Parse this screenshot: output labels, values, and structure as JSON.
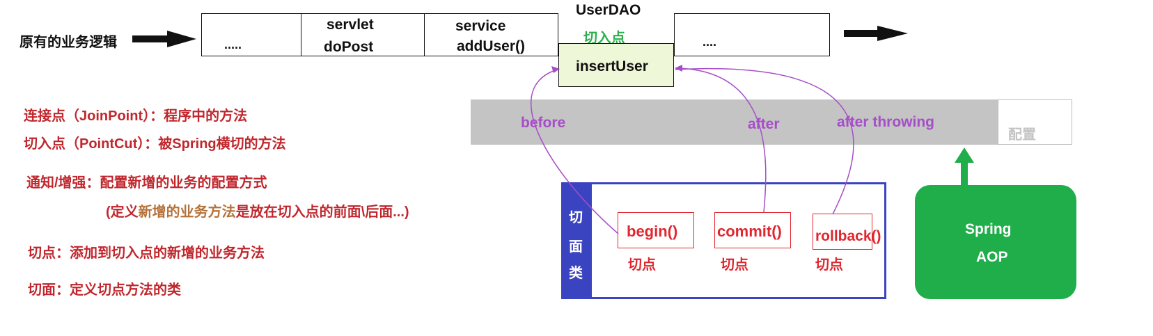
{
  "flow": {
    "label": "原有的业务逻辑",
    "cells": [
      {
        "lines": [
          ".....",
          ""
        ]
      },
      {
        "lines": [
          "servlet",
          "doPost"
        ]
      },
      {
        "lines": [
          "service",
          "addUser()"
        ]
      },
      {
        "lines": [
          "...."
        ]
      }
    ],
    "userdao": "UserDAO",
    "pointcut_label": "切入点",
    "insert_user": "insertUser"
  },
  "definitions": {
    "joinpoint": "连接点（JoinPoint）：程序中的方法",
    "pointcut": "切入点（PointCut）：被Spring横切的方法",
    "advice": "通知/增强：配置新增的业务的配置方式",
    "advice_note_prefix": "(定义",
    "advice_note_highlight": "新增的业务方法",
    "advice_note_suffix": "是放在切入点的前面\\后面...)",
    "cutpoint": "切点：添加到切入点的新增的业务方法",
    "aspect": "切面：定义切点方法的类"
  },
  "config_bar": {
    "before": "before",
    "after": "after",
    "after_throwing": "after throwing",
    "config": "配置"
  },
  "aspect_class": {
    "side_label": [
      "切",
      "面",
      "类"
    ],
    "methods": [
      {
        "name": "begin()",
        "label": "切点"
      },
      {
        "name": "commit()",
        "label": "切点"
      },
      {
        "name": "rollback()",
        "label": "切点"
      }
    ]
  },
  "spring_aop": {
    "line1": "Spring",
    "line2": "AOP"
  },
  "colors": {
    "definition_red": "#c0272d",
    "highlight_orange": "#b5723a",
    "advice_purple": "#a64dc8",
    "pointcut_green": "#2ab04a",
    "insert_fill": "#eef7d8",
    "config_gray": "#c4c4c4",
    "aspect_blue": "#3a44c0",
    "spring_green": "#1fae4a"
  }
}
